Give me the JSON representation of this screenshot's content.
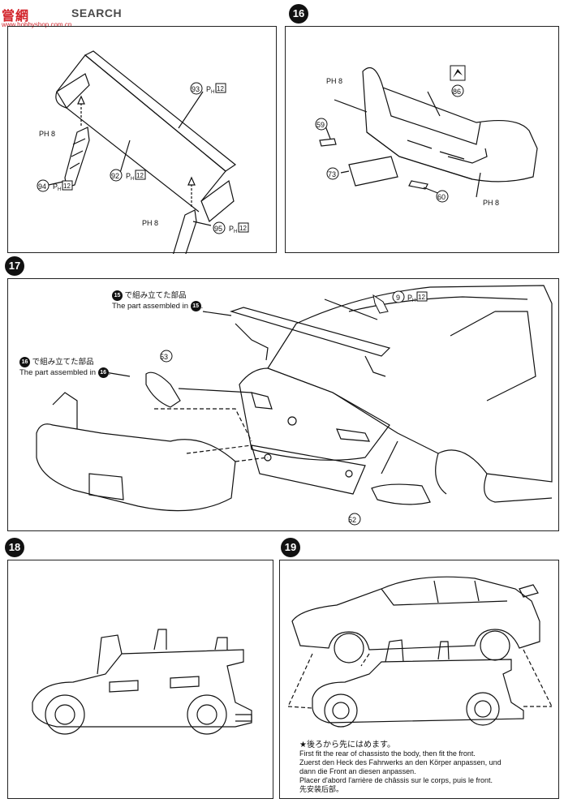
{
  "watermark": {
    "logo": "嘗網",
    "brand": "SEARCH",
    "url": "www.hobbyshop.com.cn"
  },
  "steps": [
    "16",
    "17",
    "18",
    "19"
  ],
  "panel_a": {
    "parts": [
      {
        "num": "93",
        "tag": "PH",
        "tag_num": "12"
      },
      {
        "num": "92",
        "tag": "PH",
        "tag_num": "12"
      },
      {
        "num": "94",
        "tag": "PH",
        "tag_num": "12"
      },
      {
        "num": "95",
        "tag": "PH",
        "tag_num": "12"
      }
    ],
    "ph8": "PH 8"
  },
  "panel_16": {
    "parts": [
      {
        "num": "86"
      },
      {
        "num": "59"
      },
      {
        "num": "73"
      },
      {
        "num": "60"
      }
    ],
    "ph8": "PH 8"
  },
  "panel_17": {
    "callout_15": {
      "jp": "で組み立てた部品",
      "en": "The part assembled in",
      "ref": "15"
    },
    "callout_16": {
      "jp": "で組み立てた部品",
      "en": "The part assembled in",
      "ref": "16"
    },
    "parts": [
      {
        "num": "9",
        "tag": "PH",
        "tag_num": "12"
      },
      {
        "num": "53"
      },
      {
        "num": "52"
      }
    ]
  },
  "panel_19": {
    "note_lines": [
      "★後ろから先にはめます。",
      "First fit the rear of chassisto the body, then fit the front.",
      "Zuerst den Heck des Fahrwerks an den Körper anpassen, und",
      "dann die Front an diesen anpassen.",
      "Placer d'abord l'arrière de châssis sur le corps, puis le front.",
      "先安装后部。"
    ]
  }
}
